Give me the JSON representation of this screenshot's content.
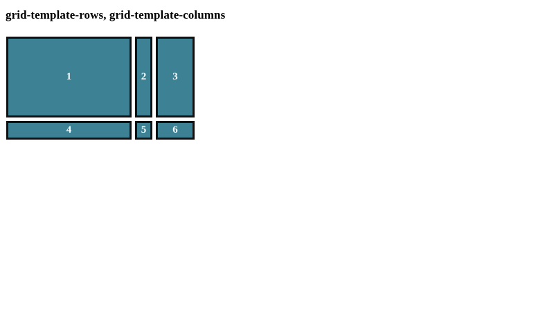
{
  "page": {
    "title": "grid-template-rows, grid-template-columns",
    "background_color": "#ffffff"
  },
  "grid_demo": {
    "name": "css-grid-demo",
    "columns": 3,
    "rows": 2,
    "cell_fill_color": "#3d8294",
    "cell_border_color": "#111111",
    "cell_text_color": "#f2fbfd",
    "cells": [
      {
        "label": "1",
        "column": 1,
        "row": 1
      },
      {
        "label": "2",
        "column": 2,
        "row": 1
      },
      {
        "label": "3",
        "column": 3,
        "row": 1
      },
      {
        "label": "4",
        "column": 1,
        "row": 2
      },
      {
        "label": "5",
        "column": 2,
        "row": 2
      },
      {
        "label": "6",
        "column": 3,
        "row": 2
      }
    ]
  }
}
